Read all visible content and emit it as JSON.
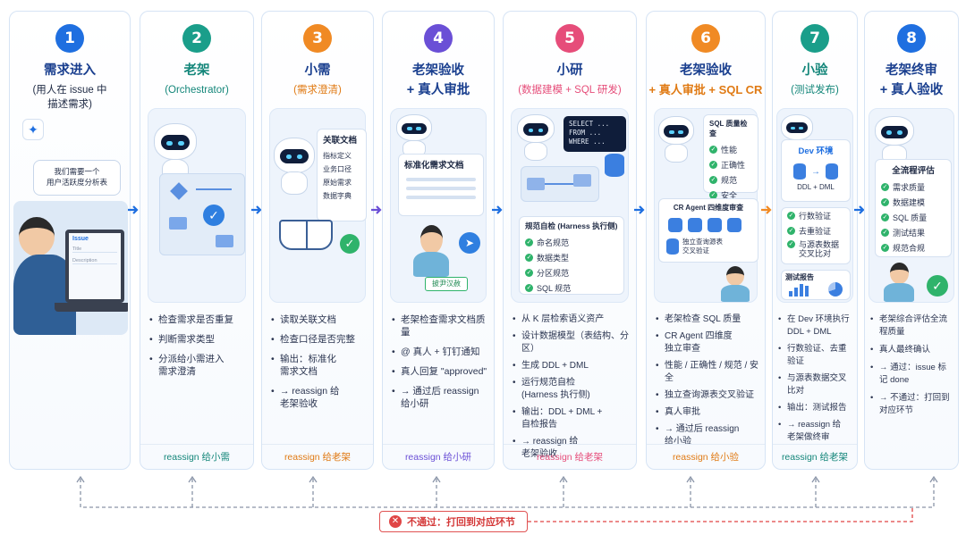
{
  "colors": {
    "blue": "#1f6fe0",
    "teal": "#1a9e8a",
    "orange": "#f08a24",
    "purple": "#6a4fd6",
    "pink": "#e64d7a",
    "red": "#e04545",
    "green": "#2fb36b"
  },
  "stages": [
    {
      "num": "1",
      "title": "需求进入",
      "subtitle": "(用人在 issue 中\n描述需求)",
      "bubble": "我们需要一个\n用户活跃度分析表",
      "screen_label": "Issue",
      "screen_fields": [
        "Title",
        "Description"
      ],
      "bullets": [],
      "footer": ""
    },
    {
      "num": "2",
      "title": "老架",
      "subtitle": "(Orchestrator)",
      "bullets": [
        "检查需求是否重复",
        "判断需求类型",
        "分派给小需进入\n需求澄清"
      ],
      "footer": "reassign 给小需"
    },
    {
      "num": "3",
      "title": "小需",
      "subtitle": "(需求澄清)",
      "card_title": "关联文档",
      "card_items": [
        "指标定义",
        "业务口径",
        "原始需求",
        "数据字典"
      ],
      "bullets": [
        "读取关联文档",
        "检查口径是否完整",
        "输出：标准化\n需求文档",
        "→ reassign 给\n老架验收"
      ],
      "footer": "reassign 给老架"
    },
    {
      "num": "4",
      "title": "老架验收",
      "title2": "+ 真人审批",
      "card_title": "标准化需求文档",
      "approve_badge": "披尹汉赦",
      "bullets": [
        "老架检查需求文档质量",
        "@ 真人 + 钉钉通知",
        "真人回复 \"approved\"",
        "→ 通过后 reassign\n给小研"
      ],
      "footer": "reassign 给小研"
    },
    {
      "num": "5",
      "title": "小研",
      "subtitle": "(数据建模 + SQL 研发)",
      "sql_lines": [
        "SELECT ...",
        "FROM ...",
        "WHERE ..."
      ],
      "card_title": "规范自检 (Harness 执行侧)",
      "card_items": [
        "命名规范",
        "数据类型",
        "分区规范",
        "SQL 规范"
      ],
      "bullets": [
        "从 K 层检索语义资产",
        "设计数据模型（表结构、分区）",
        "生成 DDL + DML",
        "运行规范自检\n(Harness 执行侧)",
        "输出：DDL + DML +\n自检报告",
        "→ reassign 给\n老架验收"
      ],
      "footer": "reassign 给老架"
    },
    {
      "num": "6",
      "title": "老架验收",
      "title2": "+ 真人审批 + SQL CR",
      "card_title": "SQL 质量检查",
      "card_items": [
        "性能",
        "正确性",
        "规范",
        "安全"
      ],
      "cr_title": "CR Agent 四维度审查",
      "cr_note": "独立查询源表\n交叉验证",
      "bullets": [
        "老架检查 SQL 质量",
        "CR Agent 四维度\n独立审查",
        "性能 / 正确性 / 规范 / 安全",
        "独立查询源表交叉验证",
        "真人审批",
        "→ 通过后 reassign\n给小验"
      ],
      "footer": "reassign 给小验"
    },
    {
      "num": "7",
      "title": "小验",
      "subtitle": "(测试发布)",
      "env_title": "Dev 环境",
      "env_note": "DDL + DML",
      "card_items": [
        "行数验证",
        "去重验证",
        "与源表数据\n交叉比对"
      ],
      "report_title": "测试报告",
      "bullets": [
        "在 Dev 环境执行\nDDL + DML",
        "行数验证、去重验证",
        "与源表数据交叉比对",
        "输出：测试报告",
        "→ reassign 给\n老架做终审"
      ],
      "footer": "reassign 给老架"
    },
    {
      "num": "8",
      "title": "老架终审",
      "title2": "+ 真人验收",
      "card_title": "全流程评估",
      "card_items": [
        "需求质量",
        "数据建模",
        "SQL 质量",
        "测试结果",
        "规范合规"
      ],
      "bullets": [
        "老架综合评估全流程质量",
        "真人最终确认",
        "→ 通过：issue 标记 done",
        "→ 不通过：打回到\n对应环节"
      ],
      "footer": ""
    }
  ],
  "feedback_label": "不通过：打回到对应环节"
}
